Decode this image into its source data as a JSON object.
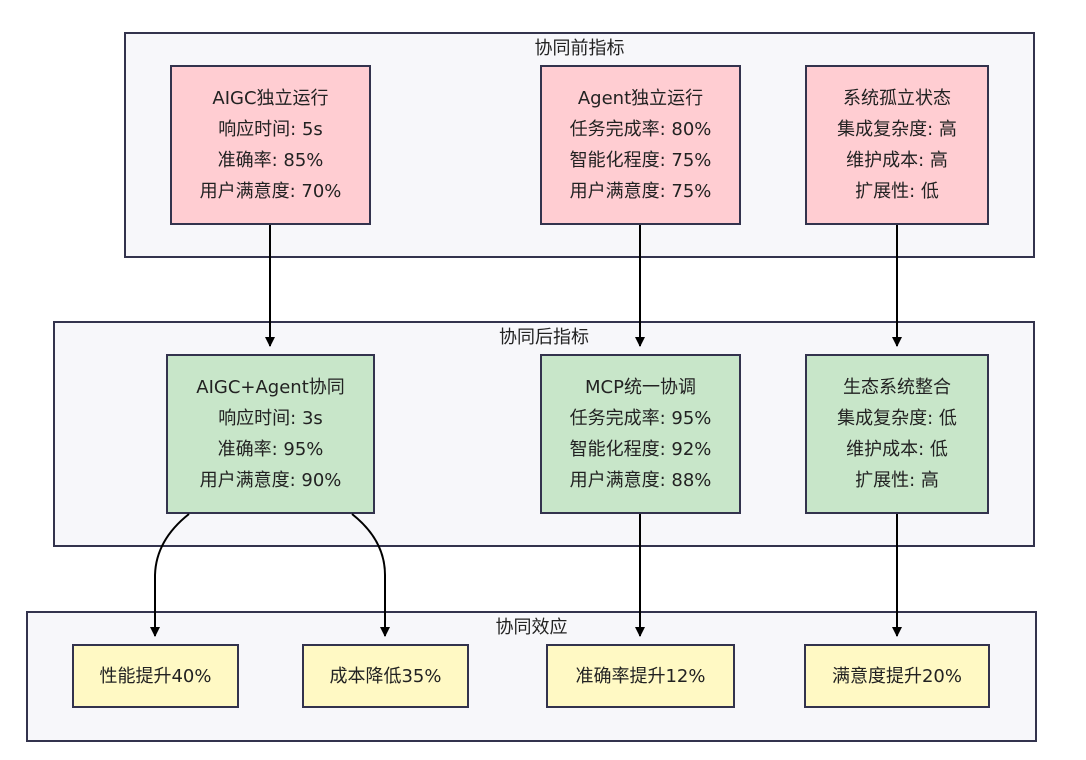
{
  "groups": {
    "before": {
      "title": "协同前指标",
      "nodes": [
        {
          "title": "AIGC独立运行",
          "lines": [
            "响应时间: 5s",
            "准确率: 85%",
            "用户满意度: 70%"
          ]
        },
        {
          "title": "Agent独立运行",
          "lines": [
            "任务完成率: 80%",
            "智能化程度: 75%",
            "用户满意度: 75%"
          ]
        },
        {
          "title": "系统孤立状态",
          "lines": [
            "集成复杂度: 高",
            "维护成本: 高",
            "扩展性: 低"
          ]
        }
      ]
    },
    "after": {
      "title": "协同后指标",
      "nodes": [
        {
          "title": "AIGC+Agent协同",
          "lines": [
            "响应时间: 3s",
            "准确率: 95%",
            "用户满意度: 90%"
          ]
        },
        {
          "title": "MCP统一协调",
          "lines": [
            "任务完成率: 95%",
            "智能化程度: 92%",
            "用户满意度: 88%"
          ]
        },
        {
          "title": "生态系统整合",
          "lines": [
            "集成复杂度: 低",
            "维护成本: 低",
            "扩展性: 高"
          ]
        }
      ]
    },
    "effects": {
      "title": "协同效应",
      "nodes": [
        {
          "title": "性能提升40%"
        },
        {
          "title": "成本降低35%"
        },
        {
          "title": "准确率提升12%"
        },
        {
          "title": "满意度提升20%"
        }
      ]
    }
  },
  "colors": {
    "before_fill": "#ffcdd2",
    "after_fill": "#c8e6c9",
    "effect_fill": "#fff9c4",
    "group_fill": "#f7f7fa",
    "stroke": "#33334d",
    "edge": "#000000"
  }
}
